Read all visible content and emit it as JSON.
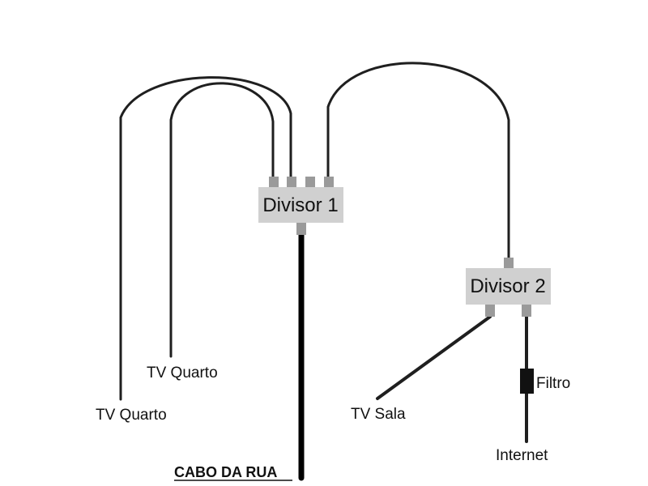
{
  "colors": {
    "background": "#ffffff",
    "cable": "#1f1f1f",
    "divider_box": "#d0d0d0",
    "port": "#9a9a9a",
    "filter": "#111111"
  },
  "divider1": {
    "label": "Divisor 1"
  },
  "divider2": {
    "label": "Divisor 2"
  },
  "outlets": {
    "tv_quarto_outer": "TV Quarto",
    "tv_quarto_inner": "TV Quarto",
    "tv_sala": "TV Sala",
    "internet": "Internet"
  },
  "filter_label": "Filtro",
  "street_cable_label": "CABO DA RUA"
}
